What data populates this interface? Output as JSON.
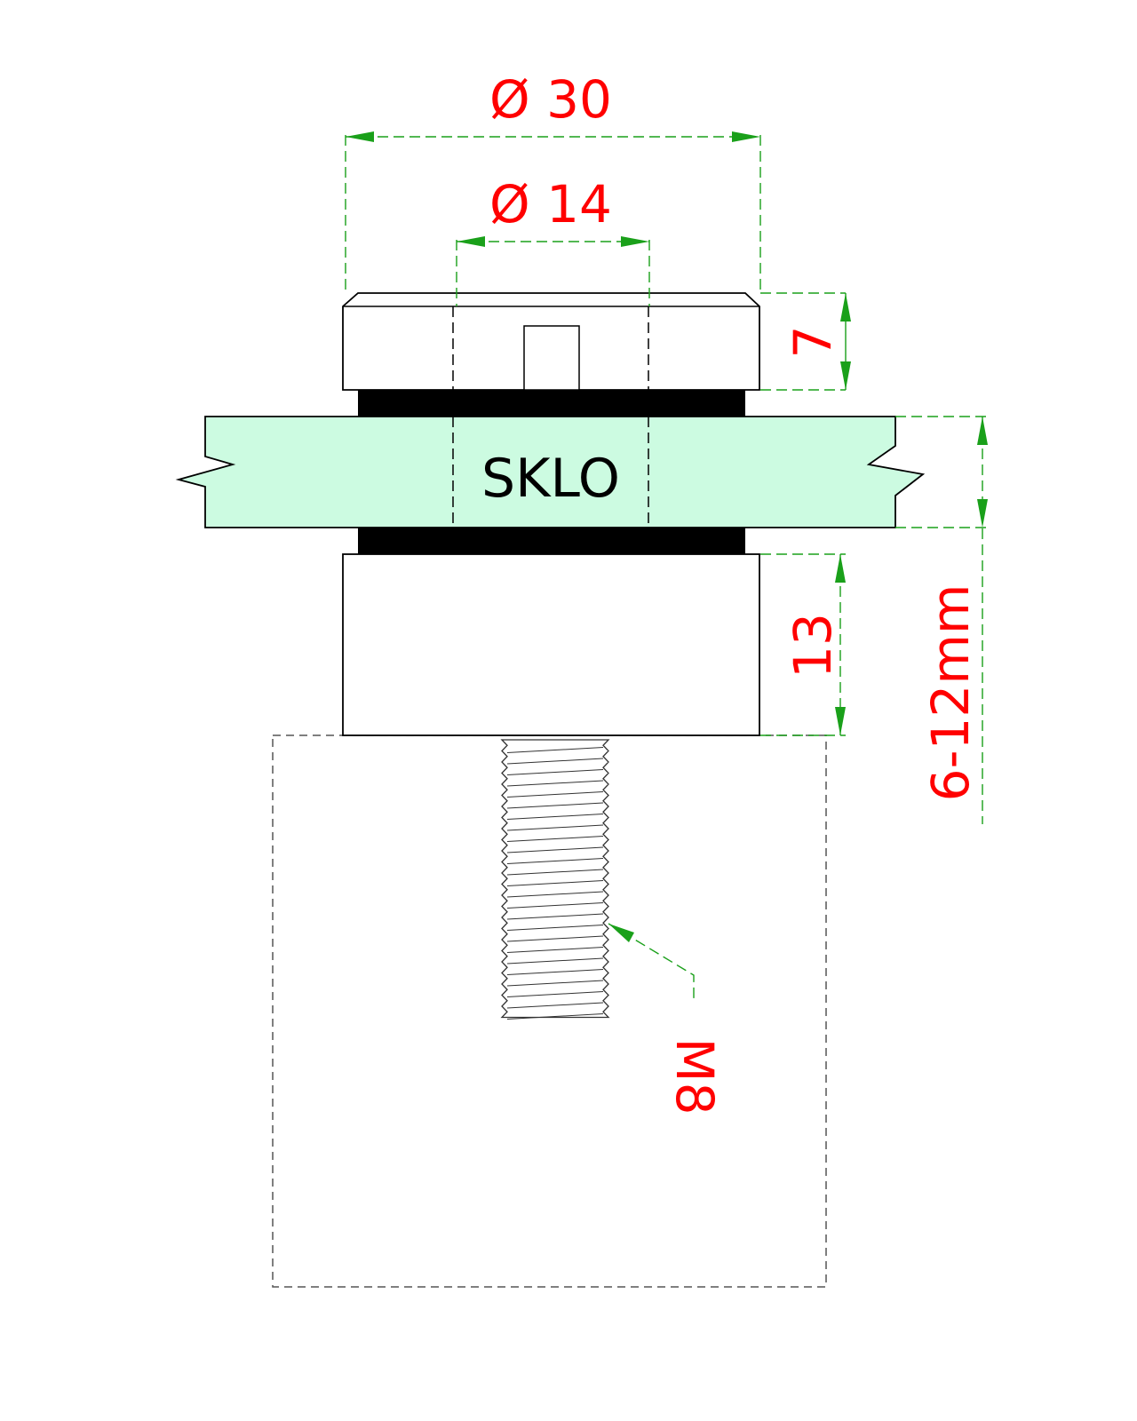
{
  "colors": {
    "dimension_text": "#ff0000",
    "dimension_line": "#1aa01a",
    "glass_fill": "#ccfbe1",
    "gasket": "#000000",
    "outline": "#000000",
    "hidden": "#555555"
  },
  "dimensions": {
    "outer_diameter": "Ø 30",
    "inner_diameter": "Ø 14",
    "cap_height": "7",
    "base_height": "13",
    "glass_thickness": "6-12mm",
    "thread": "M8"
  },
  "glass_label": "SKLO"
}
